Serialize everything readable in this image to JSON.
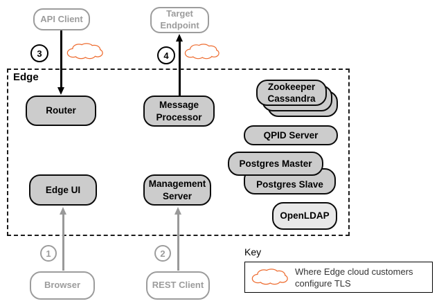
{
  "colors": {
    "accent_orange": "#ee6b2e",
    "node_fill": "#cccccc",
    "node_fill_light": "#e8e8e8",
    "muted_gray": "#9c9c9c"
  },
  "external": {
    "api_client": "API Client",
    "target_endpoint": "Target\nEndpoint",
    "browser": "Browser",
    "rest_client": "REST Client"
  },
  "edge_group": {
    "label": "Edge",
    "router": "Router",
    "message_processor": "Message\nProcessor",
    "edge_ui": "Edge UI",
    "management_server": "Management\nServer",
    "zookeeper": "Zookeeper",
    "cassandra": "Cassandra",
    "qpid_server": "QPID Server",
    "postgres_master": "Postgres Master",
    "postgres_slave": "Postgres Slave",
    "openldap": "OpenLDAP"
  },
  "steps": {
    "step1": "1",
    "step2": "2",
    "step3": "3",
    "step4": "4"
  },
  "key": {
    "title": "Key",
    "description": "Where Edge cloud customers\nconfigure TLS"
  }
}
